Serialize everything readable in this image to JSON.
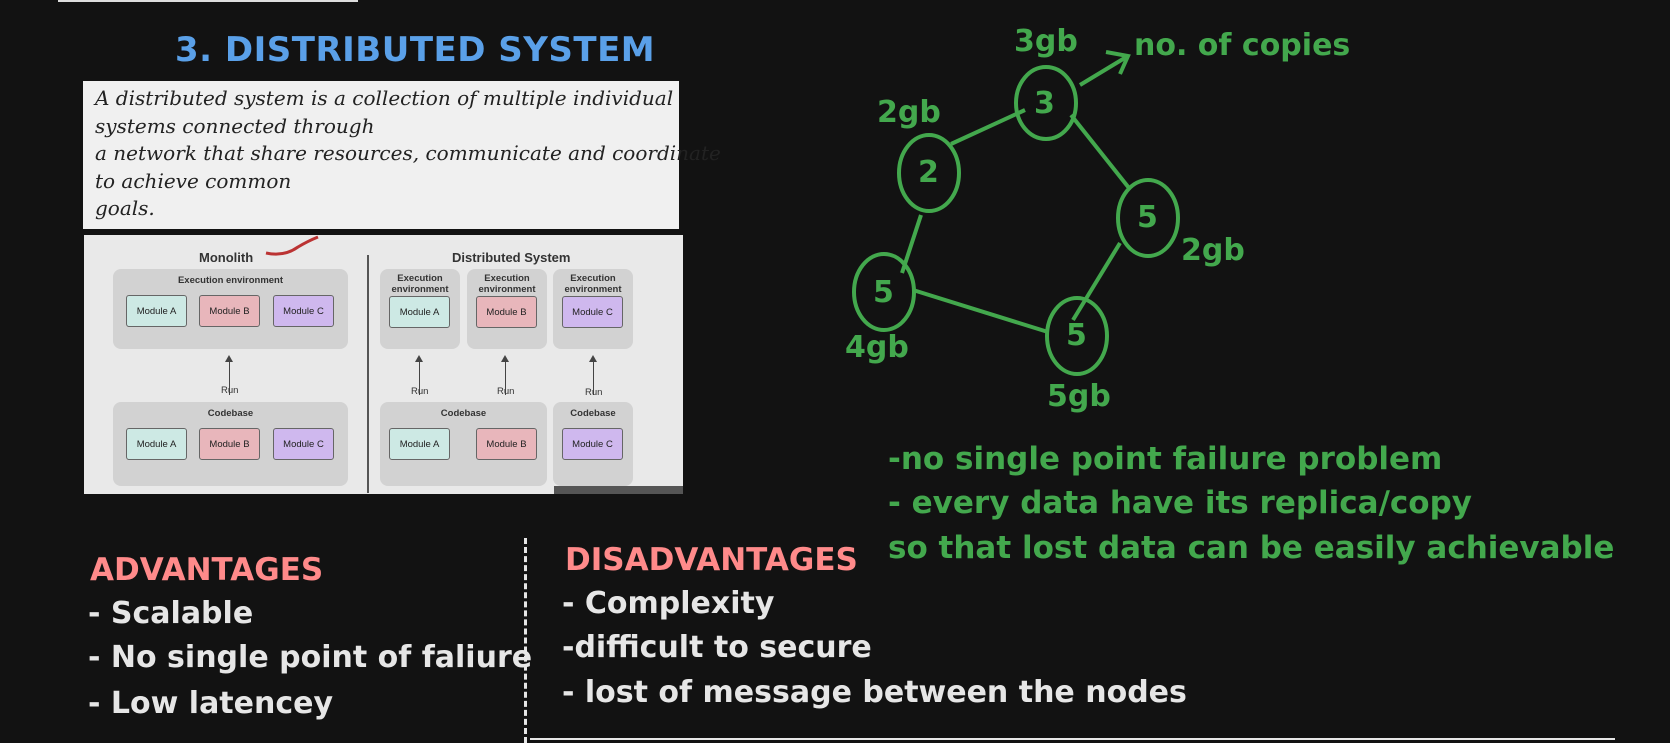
{
  "title": "3. DISTRIBUTED SYSTEM",
  "definition_lines": [
    "A distributed system is a collection of multiple individual",
    "systems connected through",
    "a network that share resources, communicate and coordinate",
    "to achieve common",
    "goals."
  ],
  "diagram": {
    "monolith_title": "Monolith",
    "distributed_title": "Distributed System",
    "execution_environment": "Execution environment",
    "execution_environment_short": "Execution environment",
    "codebase": "Codebase",
    "run": "Run",
    "module_a": "Module A",
    "module_b": "Module B",
    "module_c": "Module C"
  },
  "graph": {
    "nodes": [
      {
        "value": "3",
        "size": "3gb"
      },
      {
        "value": "2",
        "size": "2gb"
      },
      {
        "value": "5",
        "size": "2gb"
      },
      {
        "value": "5",
        "size": "4gb"
      },
      {
        "value": "5",
        "size": "5gb"
      }
    ],
    "copies_label": "no. of copies"
  },
  "notes": [
    "-no single point failure problem",
    "- every data have its replica/copy",
    "so that lost data can be easily achievable"
  ],
  "advantages": {
    "heading": "ADVANTAGES",
    "items": [
      "- Scalable",
      "- No single point of faliure",
      "- Low latencey"
    ]
  },
  "disadvantages": {
    "heading": "DISADVANTAGES",
    "items": [
      "- Complexity",
      "-difficult to secure",
      "- lost of message between the nodes"
    ]
  },
  "colors": {
    "background": "#121212",
    "title_blue": "#5aa0e8",
    "green": "#43a84d",
    "pink": "#ff8a8a",
    "white": "#e6e6e6"
  }
}
